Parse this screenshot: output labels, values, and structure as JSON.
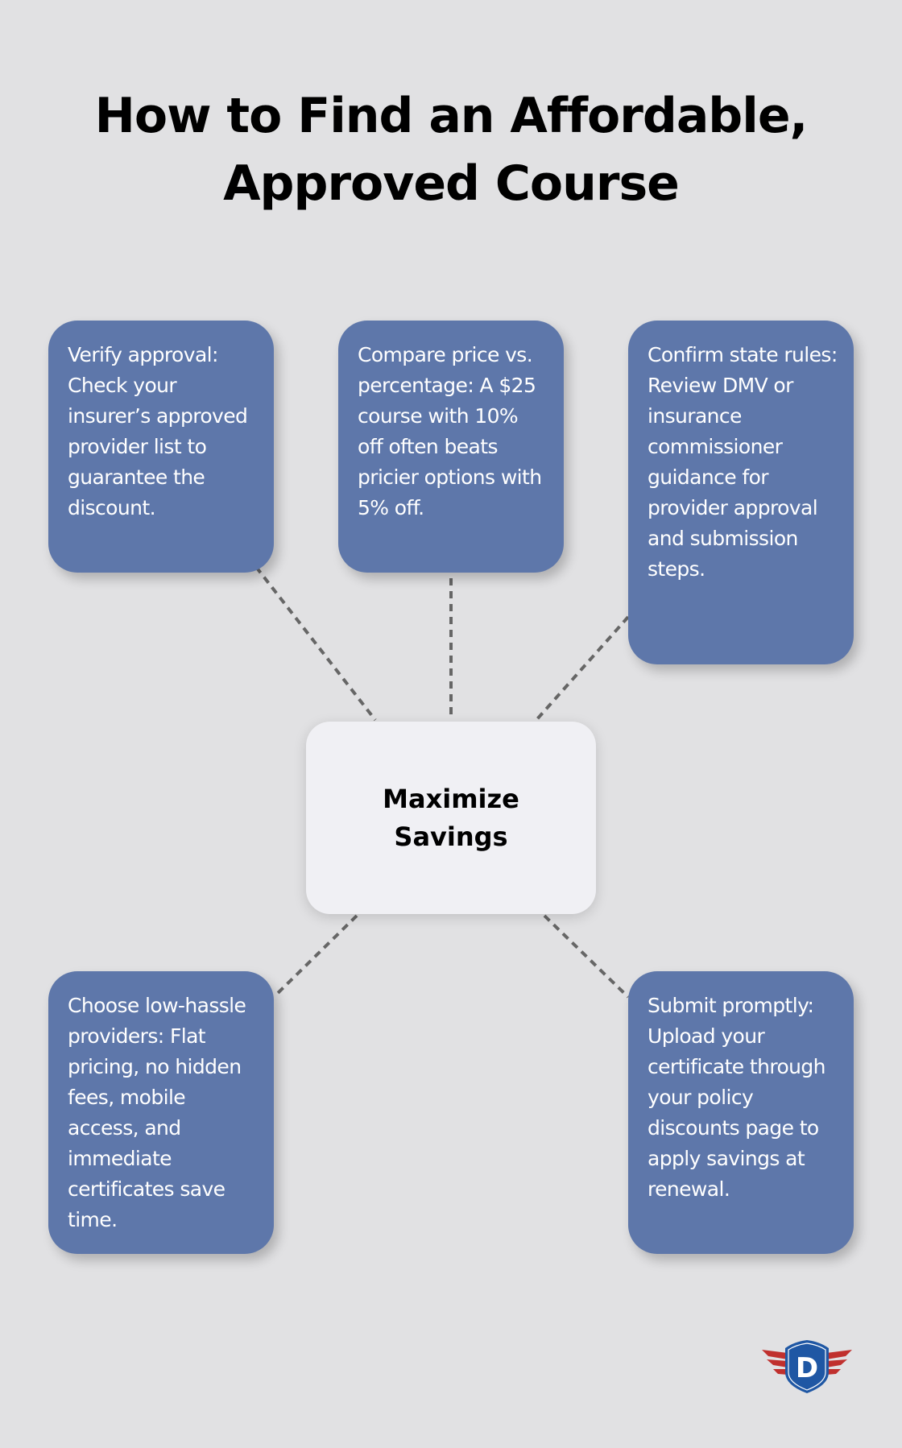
{
  "title": {
    "line1": "How to Find an Affordable,",
    "line2": "Approved Course"
  },
  "center": {
    "label": "Maximize Savings"
  },
  "cards": [
    {
      "id": "verify-approval",
      "text": "Verify approval: Check your insurer’s approved provider list to guarantee the discount."
    },
    {
      "id": "compare-price",
      "text": "Compare price vs. percentage: A $25 course with 10% off often beats pricier options with 5% off."
    },
    {
      "id": "confirm-state-rules",
      "text": "Confirm state rules: Review DMV or insurance commissioner guidance for provider approval and submission steps."
    },
    {
      "id": "choose-low-hassle",
      "text": "Choose low-hassle providers: Flat pricing, no hidden fees, mobile access, and immediate certificates save time."
    },
    {
      "id": "submit-promptly",
      "text": "Submit promptly: Upload your certificate through your policy discounts page to apply savings at renewal."
    }
  ],
  "logo": {
    "letter": "D",
    "shield_color": "#1f57a4",
    "wing_color": "#c0302e"
  },
  "colors": {
    "background": "#e1e1e3",
    "card": "#5e77aa",
    "center": "#f0f0f4",
    "connector": "#666666"
  }
}
